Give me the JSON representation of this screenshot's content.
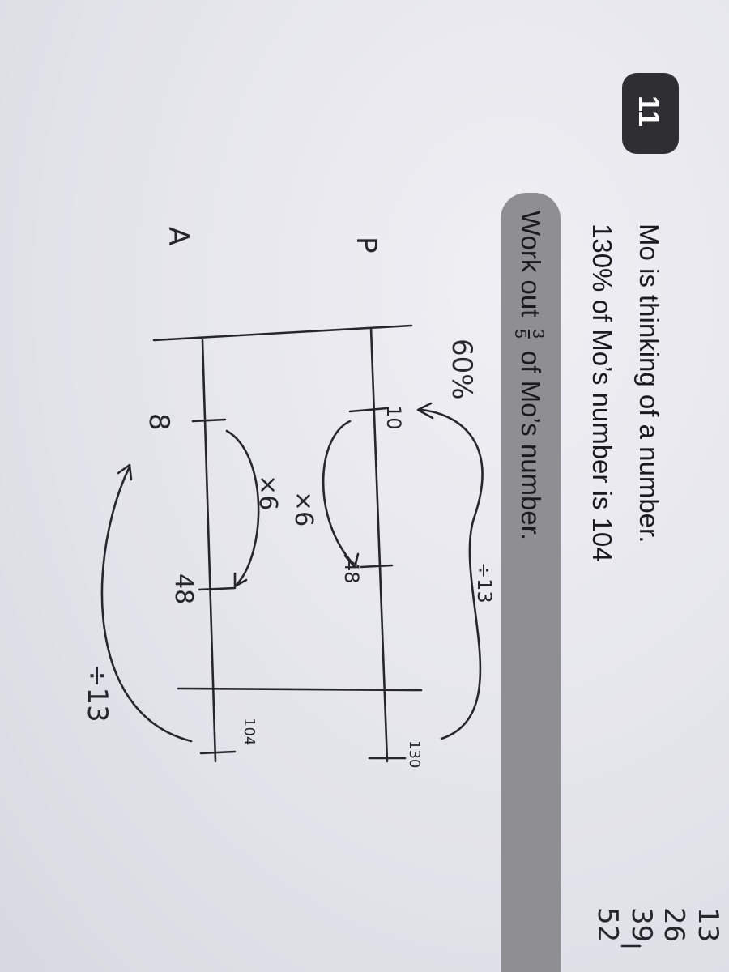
{
  "question": {
    "number": "11",
    "line1": "Mo is thinking of a number.",
    "line2": "130% of Mo’s number is 104",
    "task_prefix": "Work out",
    "task_fraction_numerator": "3",
    "task_fraction_denominator": "5",
    "task_suffix": "of Mo’s number."
  },
  "handwriting": {
    "label_p": "P",
    "label_a": "A",
    "percent_note": "60%",
    "top_p_10": "10",
    "top_p_48": "48",
    "top_p_130": "130",
    "bottom_a_8": "8",
    "bottom_a_48": "48",
    "bottom_a_104": "104",
    "x6_upper": "×6",
    "x6_lower": "×6",
    "div13_top": "÷13",
    "div13_bottom": "÷13",
    "side_list": [
      "13",
      "26",
      "39",
      "52"
    ]
  },
  "colors": {
    "badge": "#2f2f33",
    "task_bar": "#8e8e93",
    "ink": "#26262c"
  }
}
